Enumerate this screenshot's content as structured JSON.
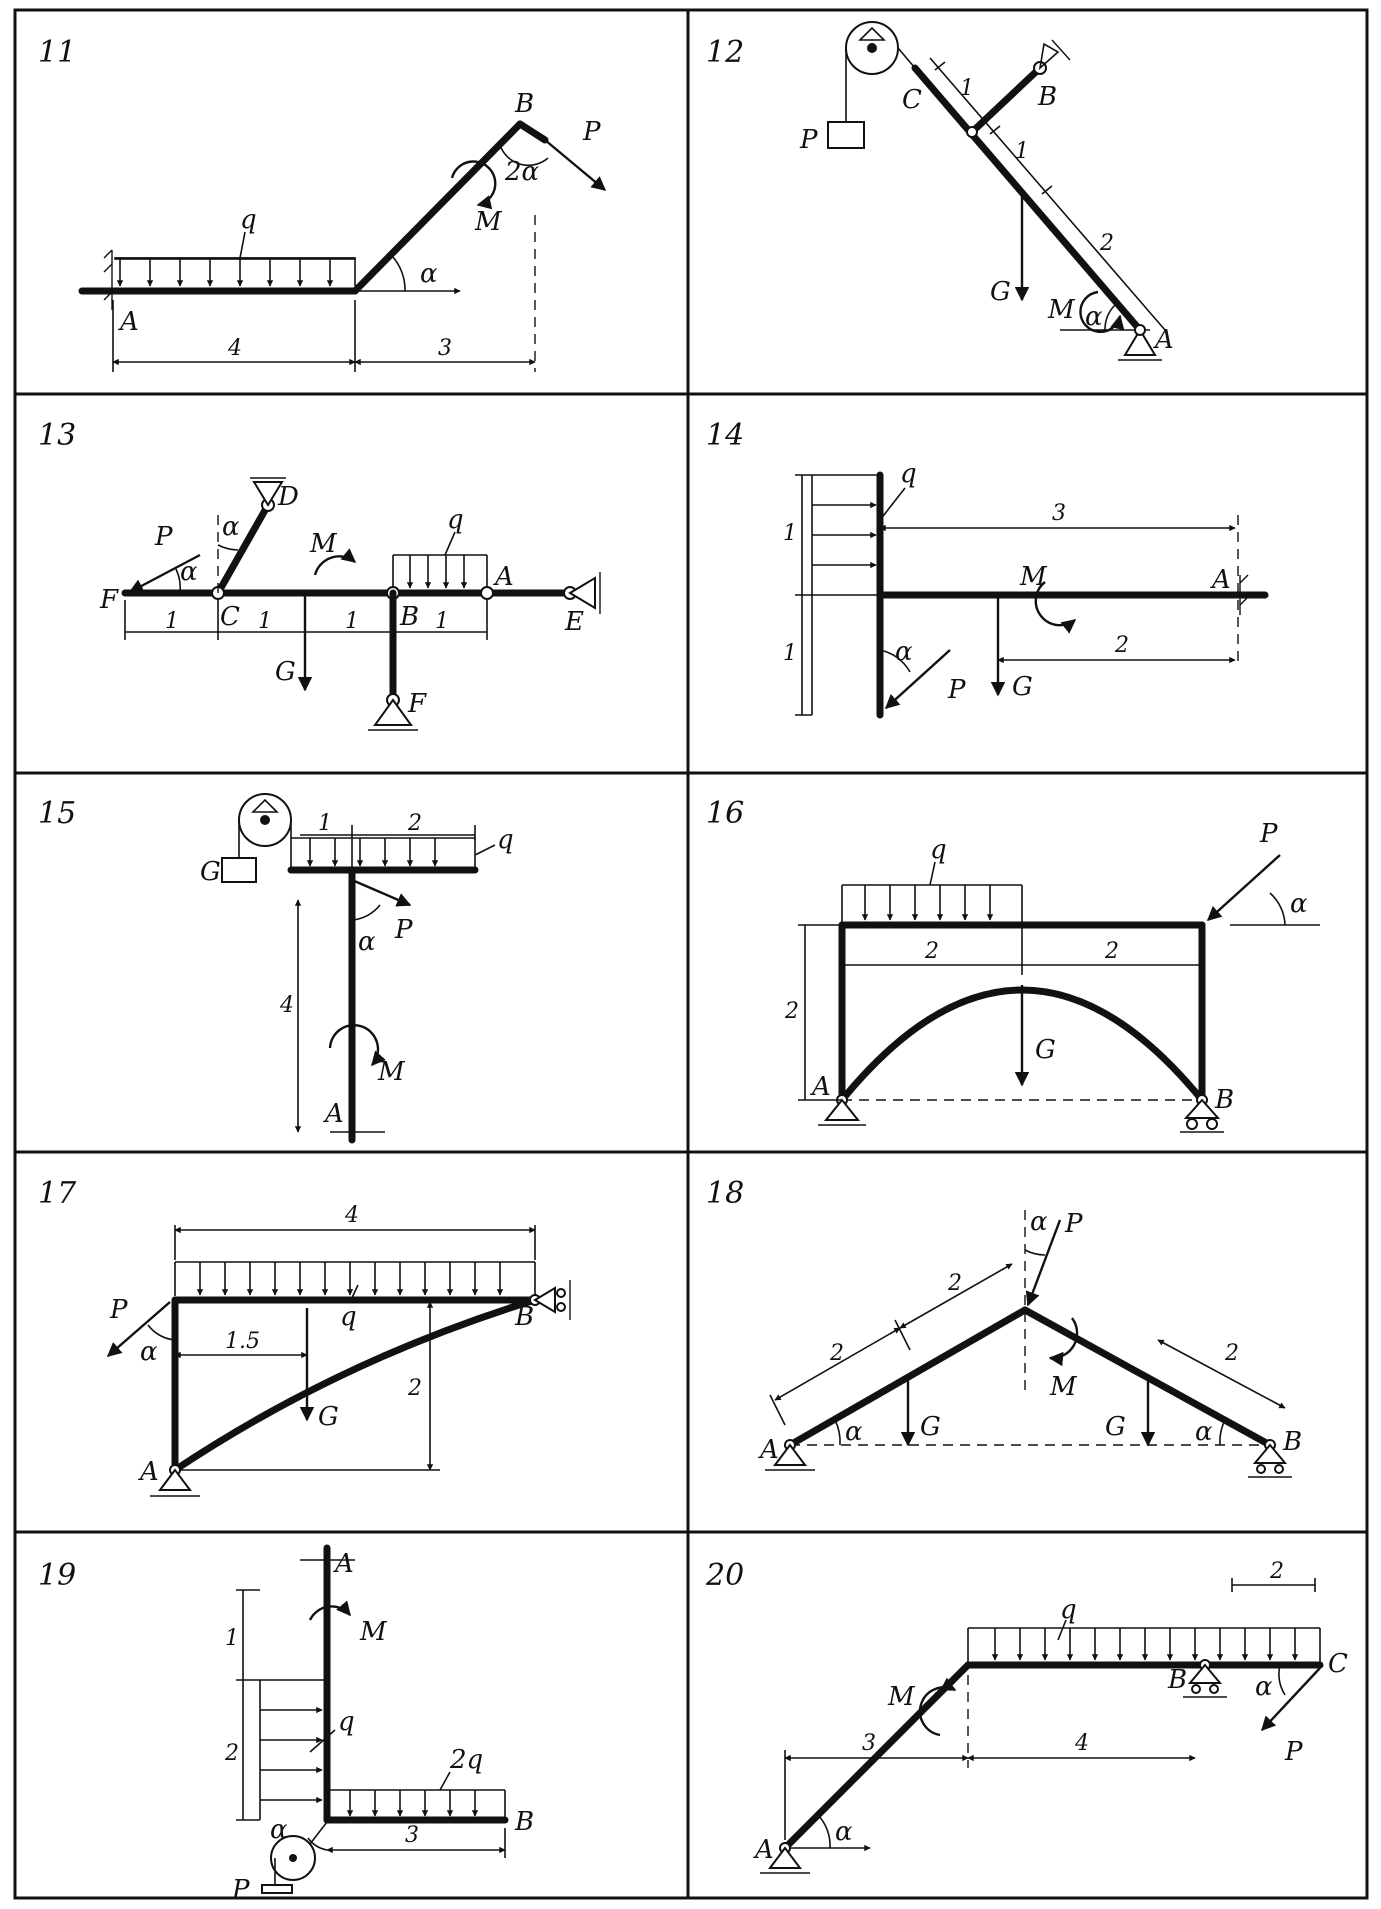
{
  "panels": [
    {
      "number": "11",
      "labels": {
        "A": "A",
        "B": "B",
        "q": "q",
        "M": "M",
        "P": "P",
        "alpha": "α",
        "two_alpha": "2α"
      },
      "dims": {
        "d1": "4",
        "d2": "3"
      }
    },
    {
      "number": "12",
      "labels": {
        "C": "C",
        "B": "B",
        "A": "A",
        "P": "P",
        "G": "G",
        "M": "M",
        "alpha": "α"
      },
      "dims": {
        "d1": "1",
        "d2": "1",
        "d3": "2"
      }
    },
    {
      "number": "13",
      "labels": {
        "F": "F",
        "C": "C",
        "D": "D",
        "B": "B",
        "A": "A",
        "E": "E",
        "F2": "F",
        "P": "P",
        "M": "M",
        "G": "G",
        "q": "q",
        "alpha1": "α",
        "alpha2": "α"
      },
      "dims": {
        "d1": "1",
        "d2": "1",
        "d3": "1",
        "d4": "1"
      }
    },
    {
      "number": "14",
      "labels": {
        "q": "q",
        "M": "M",
        "A": "A",
        "P": "P",
        "G": "G",
        "alpha": "α"
      },
      "dims": {
        "d1": "3",
        "d2": "2",
        "d3": "1",
        "d4": "1"
      }
    },
    {
      "number": "15",
      "labels": {
        "G": "G",
        "q": "q",
        "P": "P",
        "M": "M",
        "A": "A",
        "alpha": "α"
      },
      "dims": {
        "d1": "1",
        "d2": "2",
        "d3": "4"
      }
    },
    {
      "number": "16",
      "labels": {
        "q": "q",
        "P": "P",
        "G": "G",
        "A": "A",
        "B": "B",
        "alpha": "α"
      },
      "dims": {
        "d1": "2",
        "d2": "2",
        "d3": "2"
      }
    },
    {
      "number": "17",
      "labels": {
        "P": "P",
        "q": "q",
        "G": "G",
        "A": "A",
        "B": "B",
        "alpha": "α"
      },
      "dims": {
        "d1": "4",
        "d2": "1.5",
        "d3": "2"
      }
    },
    {
      "number": "18",
      "labels": {
        "P": "P",
        "M": "M",
        "G1": "G",
        "G2": "G",
        "A": "A",
        "B": "B",
        "alpha1": "α",
        "alpha2": "α",
        "alpha3": "α"
      },
      "dims": {
        "d1": "2",
        "d2": "2",
        "d3": "2"
      }
    },
    {
      "number": "19",
      "labels": {
        "A": "A",
        "M": "M",
        "q": "q",
        "two_q": "2q",
        "B": "B",
        "P": "P",
        "alpha": "α"
      },
      "dims": {
        "d1": "1",
        "d2": "2",
        "d3": "3"
      }
    },
    {
      "number": "20",
      "labels": {
        "q": "q",
        "M": "M",
        "B": "B",
        "C": "C",
        "A": "A",
        "P": "P",
        "alpha1": "α",
        "alpha2": "α"
      },
      "dims": {
        "d1": "2",
        "d2": "3",
        "d3": "4"
      }
    }
  ]
}
